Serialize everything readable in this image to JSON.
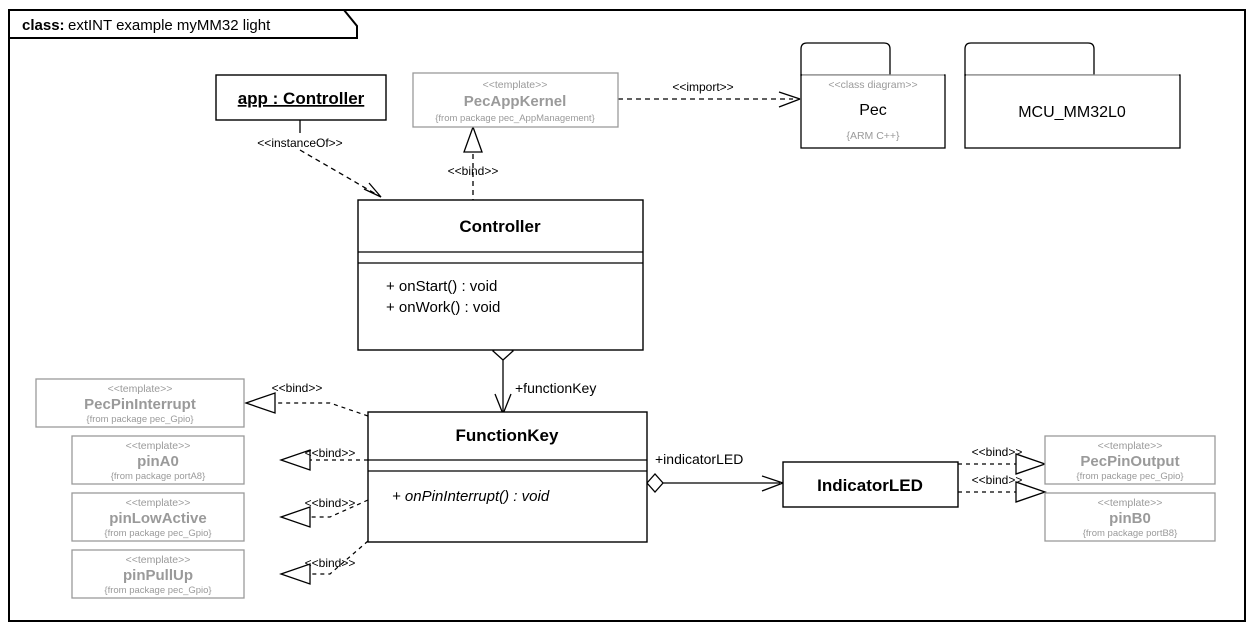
{
  "frame": {
    "tab_prefix": "class:",
    "tab_title": "extINT example myMM32 light"
  },
  "classes": {
    "app_instance": {
      "name": "app : Controller"
    },
    "controller": {
      "name": "Controller",
      "operations": [
        "+ onStart() : void",
        "+ onWork() : void"
      ]
    },
    "function_key": {
      "name": "FunctionKey",
      "operations": [
        "+ onPinInterrupt() : void"
      ]
    },
    "indicator_led": {
      "name": "IndicatorLED"
    }
  },
  "templates": {
    "pec_app_kernel": {
      "stereotype": "<<template>>",
      "name": "PecAppKernel",
      "from": "{from package pec_AppManagement}"
    },
    "pec_pin_interrupt": {
      "stereotype": "<<template>>",
      "name": "PecPinInterrupt",
      "from": "{from package pec_Gpio}"
    },
    "pin_a0": {
      "stereotype": "<<template>>",
      "name": "pinA0",
      "from": "{from package portA8}"
    },
    "pin_low_active": {
      "stereotype": "<<template>>",
      "name": "pinLowActive",
      "from": "{from package pec_Gpio}"
    },
    "pin_pull_up": {
      "stereotype": "<<template>>",
      "name": "pinPullUp",
      "from": "{from package pec_Gpio}"
    },
    "pec_pin_output": {
      "stereotype": "<<template>>",
      "name": "PecPinOutput",
      "from": "{from package pec_Gpio}"
    },
    "pin_b0": {
      "stereotype": "<<template>>",
      "name": "pinB0",
      "from": "{from package portB8}"
    }
  },
  "packages": {
    "pec": {
      "stereotype": "<<class diagram>>",
      "name": "Pec",
      "note": "{ARM C++}"
    },
    "mcu": {
      "name": "MCU_MM32L0"
    }
  },
  "edges": {
    "instance_of": "<<instanceOf>>",
    "import": "<<import>>",
    "bind": "<<bind>>",
    "bind_kernel": "<<bind>>",
    "bind_pin_interrupt": "<<bind>>",
    "bind_pin_a0": "<<bind>>",
    "bind_pin_low_active": "<<bind>>",
    "bind_pin_pull_up": "<<bind>>",
    "bind_pin_output": "<<bind>>",
    "bind_pin_b0": "<<bind>>",
    "role_function_key": "+functionKey",
    "role_indicator_led": "+indicatorLED"
  },
  "colors": {
    "stroke": "#000000",
    "template_gray": "#9a9a9a",
    "background": "#ffffff"
  }
}
